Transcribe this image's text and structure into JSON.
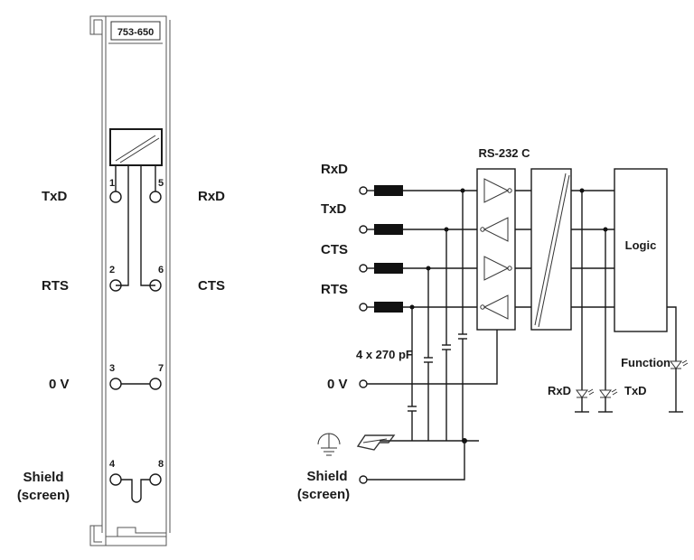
{
  "module": {
    "part_number": "753-650",
    "left_labels": {
      "txd": "TxD",
      "rxd": "RxD",
      "rts": "RTS",
      "cts": "CTS",
      "zero_v": "0 V",
      "shield_line1": "Shield",
      "shield_line2": "(screen)"
    },
    "pins": [
      "1",
      "5",
      "2",
      "6",
      "3",
      "7",
      "4",
      "8"
    ]
  },
  "schematic": {
    "block_title": "RS-232 C",
    "logic_label": "Logic",
    "signals": [
      "RxD",
      "TxD",
      "CTS",
      "RTS"
    ],
    "capacitor_label": "4 x 270 pF",
    "zero_v": "0 V",
    "shield_line1": "Shield",
    "shield_line2": "(screen)",
    "led_rxd": "RxD",
    "led_txd": "TxD",
    "led_function": "Function"
  }
}
